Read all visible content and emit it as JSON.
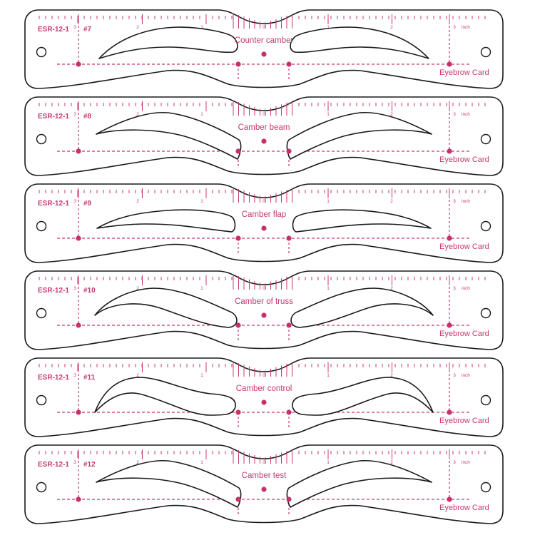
{
  "colors": {
    "accent": "#c8306c",
    "outline": "#1a1a1a",
    "background": "#ffffff"
  },
  "ruler": {
    "left_labels": [
      "3",
      "2",
      "1",
      "0"
    ],
    "right_labels": [
      "1",
      "2",
      "3"
    ],
    "unit": "inch"
  },
  "brand_label": "Eyebrow Card",
  "cards": [
    {
      "code": "ESR-12-1",
      "number": "#7",
      "title": "Counter camber",
      "brow_style": "thin-straight-tail"
    },
    {
      "code": "ESR-12-1",
      "number": "#8",
      "title": "Camber beam",
      "brow_style": "high-arch-angled"
    },
    {
      "code": "ESR-12-1",
      "number": "#9",
      "title": "Camber flap",
      "brow_style": "flat-thick"
    },
    {
      "code": "ESR-12-1",
      "number": "#10",
      "title": "Camber of truss",
      "brow_style": "arched-curved"
    },
    {
      "code": "ESR-12-1",
      "number": "#11",
      "title": "Camber control",
      "brow_style": "s-curve"
    },
    {
      "code": "ESR-12-1",
      "number": "#12",
      "title": "Camber test",
      "brow_style": "high-arch-angled"
    }
  ]
}
